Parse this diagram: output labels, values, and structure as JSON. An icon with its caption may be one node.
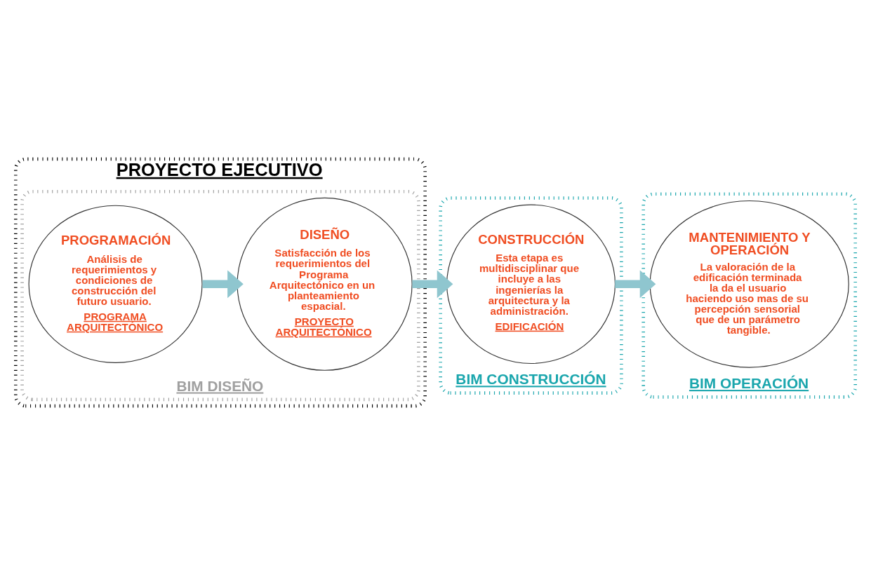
{
  "diagram": {
    "nodes": [
      {
        "text": [
          "PROYECTO EJECUTIVO"
        ]
      },
      {
        "text": [
          "BIM DISEÑO"
        ],
        "in": 0
      },
      {
        "text": [
          "BIM CONSTRUCCIÓN"
        ]
      },
      {
        "text": [
          "BIM OPERACIÓN"
        ]
      },
      {
        "text": [
          "PROGRAMACIÓN",
          "Análisis de requerimientos y condiciones de construcción del futuro usuario.",
          "PROGRAMA ARQUITECTÓNICO"
        ],
        "in": 1
      },
      {
        "text": [
          "DISEÑO",
          "Satisfacción de los requerimientos del Programa Arquitectónico en un planteamiento espacial.",
          "PROYECTO ARQUITECTÓNICO"
        ],
        "in": 1
      },
      {
        "text": [
          "CONSTRUCCIÓN",
          "Esta etapa es multidisciplinar que incluye a las ingenierías la arquitectura y la administración.",
          "EDIFICACIÓN"
        ],
        "in": 2
      },
      {
        "text": [
          "MANTENIMIENTO Y OPERACIÓN",
          "La valoración de la edificación terminada la da el usuario haciendo uso mas de su percepción sensorial que de un parámetro tangible."
        ],
        "in": 3
      }
    ],
    "edges": [
      {
        "from": 4,
        "to": 5,
        "arrow": "to"
      },
      {
        "from": 5,
        "to": 6,
        "arrow": "to"
      },
      {
        "from": 6,
        "to": 7,
        "arrow": "to"
      }
    ]
  }
}
